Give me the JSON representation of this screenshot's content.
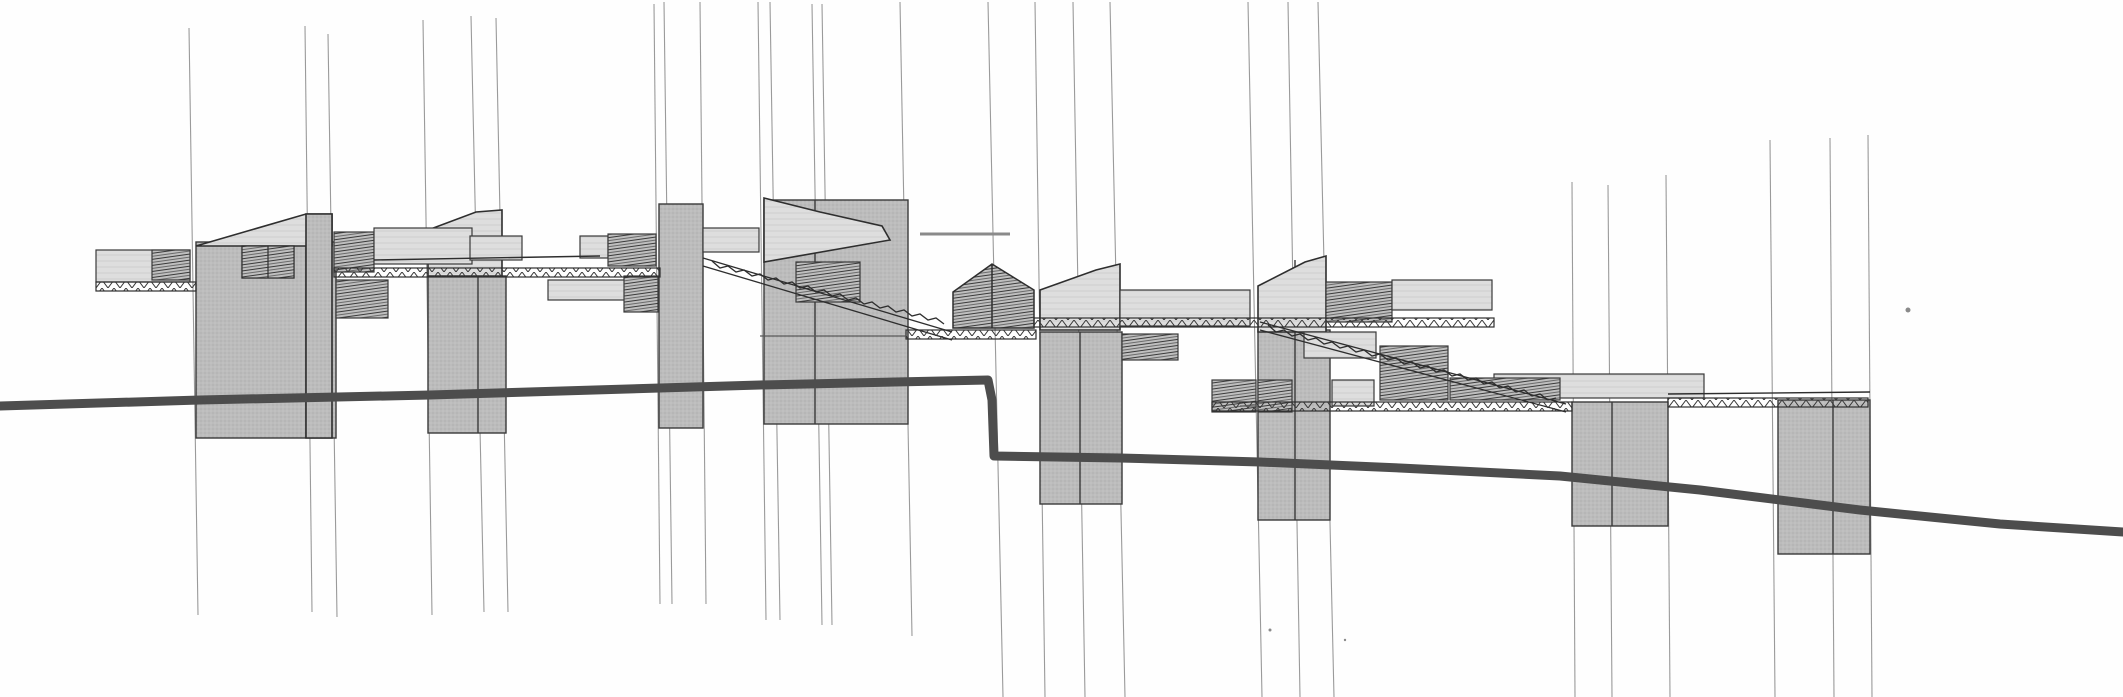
{
  "drawing": {
    "kind": "hand-drawn architectural section / elevation sketch",
    "medium": "pencil on paper",
    "visible_text": [],
    "palette": {
      "paper": "#fefefe",
      "graphite_light": "#d9d9d9",
      "graphite_mid": "#bdbdbd",
      "graphite_dark": "#8c8c8c",
      "line": "#3a3a3a",
      "ground_line": "#4d4d4d",
      "construction_line": "#9a9a9a"
    },
    "elements": {
      "construction_lines": "vertical-guide-lines",
      "towers": "shaded-tower-volumes",
      "upper_volumes": "cantilevered-upper-boxes",
      "walkways": "truss-bridges",
      "ramps": "diagonal-truss-ramps",
      "gabled_house": "small-pitched-roof-house",
      "ground": "terrain-section-line"
    }
  }
}
